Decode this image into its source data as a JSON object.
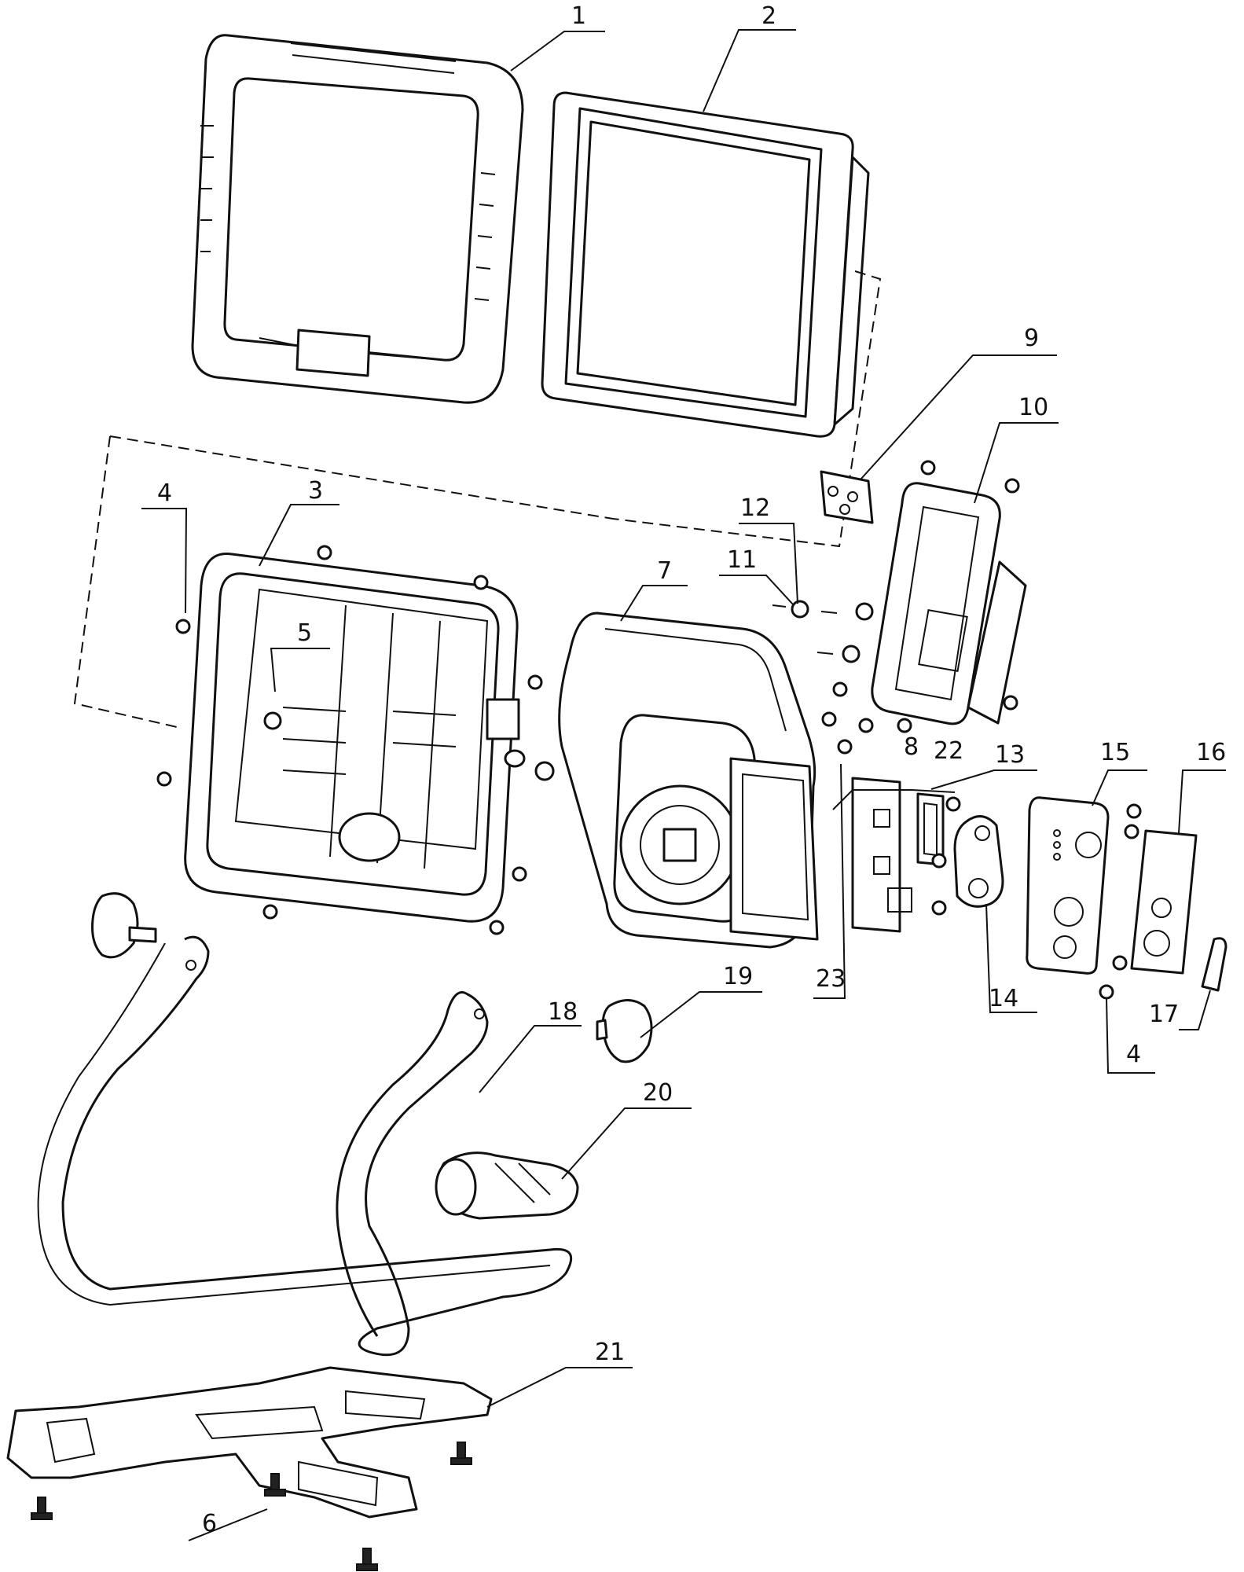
{
  "callouts": [
    {
      "id": "c1",
      "label": "1"
    },
    {
      "id": "c2",
      "label": "2"
    },
    {
      "id": "c3",
      "label": "3"
    },
    {
      "id": "c4a",
      "label": "4"
    },
    {
      "id": "c4b",
      "label": "4"
    },
    {
      "id": "c5",
      "label": "5"
    },
    {
      "id": "c6",
      "label": "6"
    },
    {
      "id": "c7",
      "label": "7"
    },
    {
      "id": "c8",
      "label": "8"
    },
    {
      "id": "c9",
      "label": "9"
    },
    {
      "id": "c10",
      "label": "10"
    },
    {
      "id": "c11",
      "label": "11"
    },
    {
      "id": "c12",
      "label": "12"
    },
    {
      "id": "c13",
      "label": "13"
    },
    {
      "id": "c14",
      "label": "14"
    },
    {
      "id": "c15",
      "label": "15"
    },
    {
      "id": "c16",
      "label": "16"
    },
    {
      "id": "c17",
      "label": "17"
    },
    {
      "id": "c18",
      "label": "18"
    },
    {
      "id": "c19",
      "label": "19"
    },
    {
      "id": "c20",
      "label": "20"
    },
    {
      "id": "c21",
      "label": "21"
    },
    {
      "id": "c22",
      "label": "22"
    },
    {
      "id": "c23",
      "label": "23"
    }
  ]
}
